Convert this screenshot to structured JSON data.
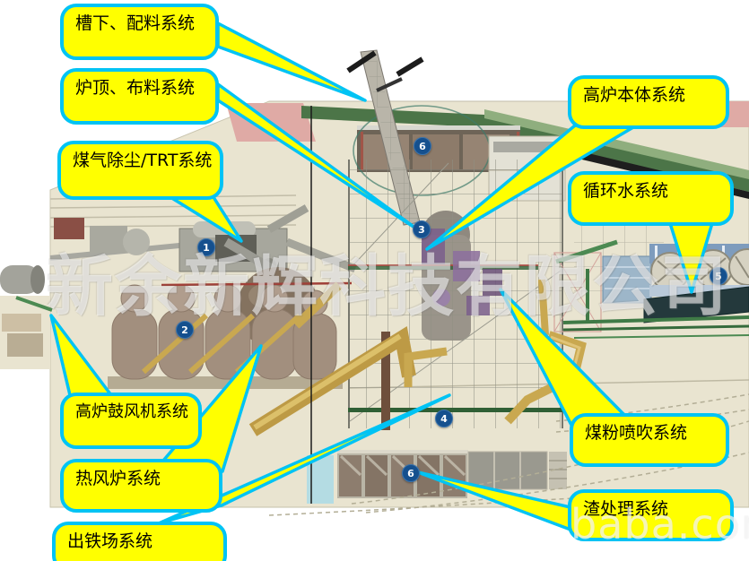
{
  "figure": {
    "subject": "blast-furnace-plant-3d-overview"
  },
  "callouts": [
    {
      "id": "chute-batching-system",
      "label": "槽下、配料系统"
    },
    {
      "id": "furnace-top-distribution",
      "label": "炉顶、布料系统"
    },
    {
      "id": "gas-dedusting-trt-system",
      "label": "煤气除尘/TRT系统"
    },
    {
      "id": "blast-furnace-body-system",
      "label": "高炉本体系统"
    },
    {
      "id": "circulating-water-system",
      "label": "循环水系统"
    },
    {
      "id": "blast-furnace-blower-system",
      "label": "高炉鼓风机系统"
    },
    {
      "id": "hot-blast-stove-system",
      "label": "热风炉系统"
    },
    {
      "id": "cast-house-system",
      "label": "出铁场系统"
    },
    {
      "id": "coal-injection-system",
      "label": "煤粉喷吹系统"
    },
    {
      "id": "slag-treatment-system",
      "label": "渣处理系统"
    }
  ],
  "markers": [
    {
      "number": "1"
    },
    {
      "number": "2"
    },
    {
      "number": "3"
    },
    {
      "number": "4"
    },
    {
      "number": "5"
    },
    {
      "number": "6"
    },
    {
      "number": "6"
    }
  ],
  "watermarks": {
    "company": "新余新辉科技有限公司",
    "domain": "baba.com"
  },
  "colors": {
    "bubble_fill": "#ffff00",
    "bubble_border": "#00c3f4",
    "marker_bg": "#15508e",
    "plant_ground": "#e9e4d0",
    "roof_pink": "#dfaaa5",
    "band_green": "#4c7548",
    "stove_brown": "#a28f7e",
    "pipe_gold": "#c9a850",
    "shed_teal": "#24393c"
  }
}
